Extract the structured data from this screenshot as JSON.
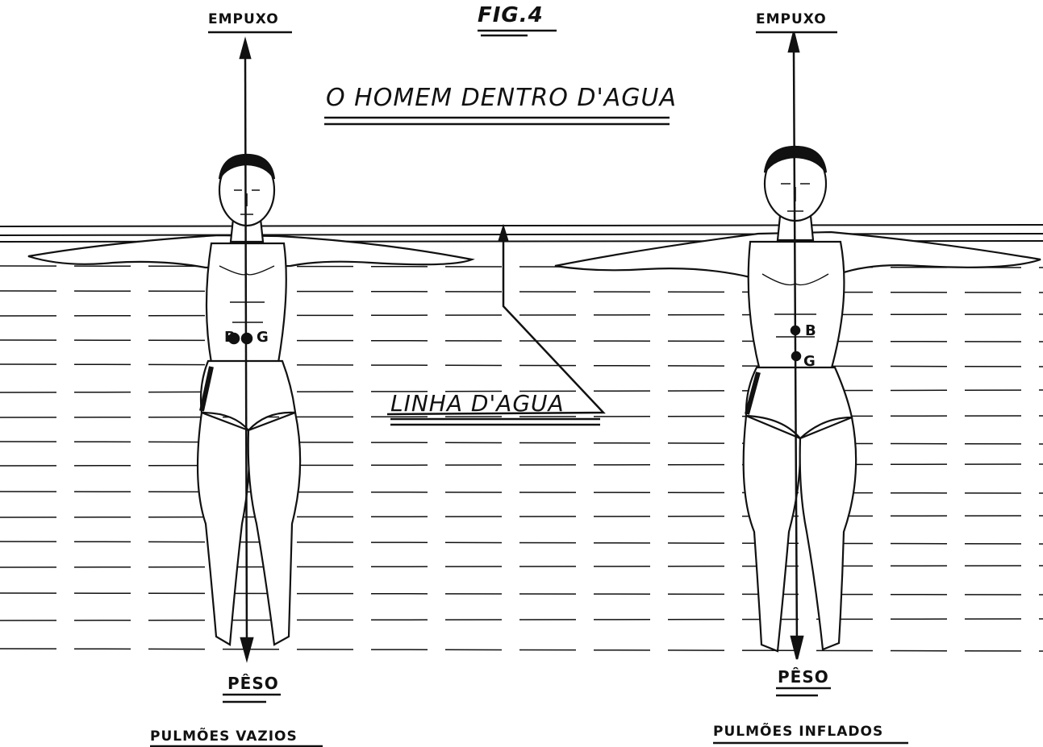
{
  "figure": {
    "number": "FIG.4",
    "title": "O HOMEM DENTRO D'AGUA",
    "waterline_label": "LINHA D'AGUA"
  },
  "figures": [
    {
      "id": "left",
      "top_force": "EMPUXO",
      "bottom_force": "PÊSO",
      "points": [
        "B",
        "G"
      ],
      "caption": "PULMÕES VAZIOS"
    },
    {
      "id": "right",
      "top_force": "EMPUXO",
      "bottom_force": "PÊSO",
      "points": [
        "B",
        "G"
      ],
      "caption": "PULMÕES INFLADOS"
    }
  ],
  "colors": {
    "ink": "#111111",
    "paper": "#ffffff"
  }
}
